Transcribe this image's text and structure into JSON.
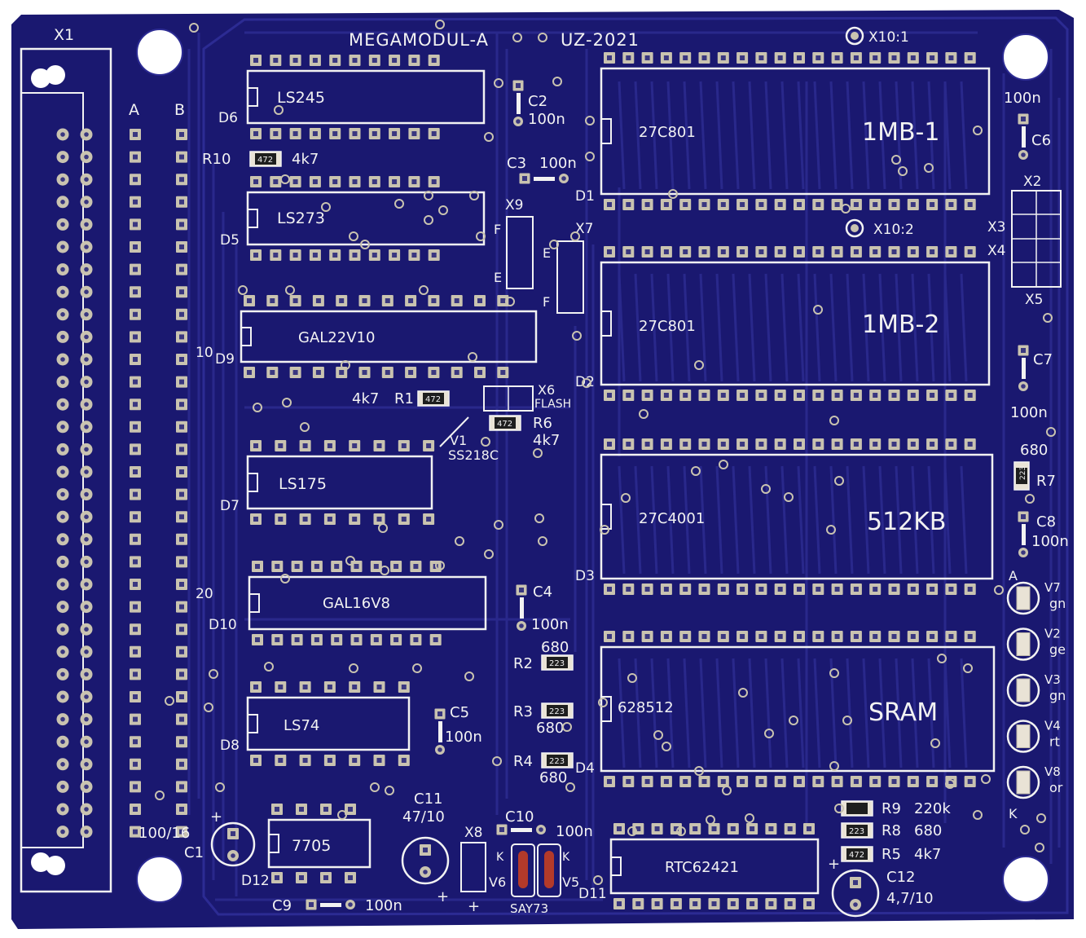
{
  "board": {
    "title": "MEGAMODUL-A",
    "revision": "UZ-2021",
    "colors": {
      "substrate": "#1a1870",
      "trace": "#2b2a8f",
      "silkscreen": "#f2f2f2",
      "pad": "#c9c3b0"
    }
  },
  "connector": {
    "ref": "X1",
    "row_a": "A",
    "row_b": "B",
    "pin_10": "10",
    "pin_20": "20"
  },
  "chips": [
    {
      "ref": "D6",
      "part": "LS245"
    },
    {
      "ref": "D5",
      "part": "LS273"
    },
    {
      "ref": "D9",
      "part": "GAL22V10"
    },
    {
      "ref": "D7",
      "part": "LS175"
    },
    {
      "ref": "D10",
      "part": "GAL16V8"
    },
    {
      "ref": "D8",
      "part": "LS74"
    },
    {
      "ref": "D12",
      "part": "7705"
    },
    {
      "ref": "D1",
      "part": "27C801",
      "label": "1MB-1"
    },
    {
      "ref": "D2",
      "part": "27C801",
      "label": "1MB-2"
    },
    {
      "ref": "D3",
      "part": "27C4001",
      "label": "512KB"
    },
    {
      "ref": "D4",
      "part": "628512",
      "label": "SRAM"
    },
    {
      "ref": "D11",
      "part": "RTC62421"
    }
  ],
  "jumpers": {
    "x10_1": "X10:1",
    "x10_2": "X10:2",
    "x2": "X2",
    "x3": "X3",
    "x4": "X4",
    "x5": "X5",
    "x9": "X9",
    "x7": "X7",
    "x6": "X6",
    "x6_note": "FLASH",
    "x8": "X8",
    "f": "F",
    "e": "E"
  },
  "passives": {
    "r10": "R10",
    "r10_val": "4k7",
    "r10_code": "472",
    "r1": "R1",
    "r1_val": "4k7",
    "r1_code": "472",
    "r6": "R6",
    "r6_val": "4k7",
    "r6_code": "472",
    "r2": "R2",
    "r2_val": "680",
    "r2_code": "223",
    "r3": "R3",
    "r3_val": "680",
    "r3_code": "223",
    "r4": "R4",
    "r4_val": "680",
    "r4_code": "223",
    "r7": "R7",
    "r7_val": "680",
    "r7_code": "223",
    "r9": "R9",
    "r9_val": "220k",
    "r8": "R8",
    "r8_val": "680",
    "r8_code": "223",
    "r5": "R5",
    "r5_val": "4k7",
    "r5_code": "472",
    "c2": "C2",
    "c3": "C3",
    "c4": "C4",
    "c5": "C5",
    "c6": "C6",
    "c7": "C7",
    "c8": "C8",
    "c10": "C10",
    "cap_100n": "100n",
    "c1": "C1",
    "c1_val": "100/16",
    "c9": "C9",
    "c9_val": "100n",
    "c11": "C11",
    "c11_val": "47/10",
    "c12": "C12",
    "c12_val": "4,7/10",
    "plus": "+"
  },
  "diodes": {
    "v1": "V1",
    "v1_part": "SS218C",
    "v5": "V5",
    "v6": "V6",
    "pair_part": "SAY73",
    "k": "K"
  },
  "leds": [
    {
      "ref": "V7",
      "color": "gn"
    },
    {
      "ref": "V2",
      "color": "ge"
    },
    {
      "ref": "V3",
      "color": "gn"
    },
    {
      "ref": "V4",
      "color": "rt"
    },
    {
      "ref": "V8",
      "color": "or"
    }
  ],
  "led_marks": {
    "anode": "A",
    "cathode": "K"
  }
}
